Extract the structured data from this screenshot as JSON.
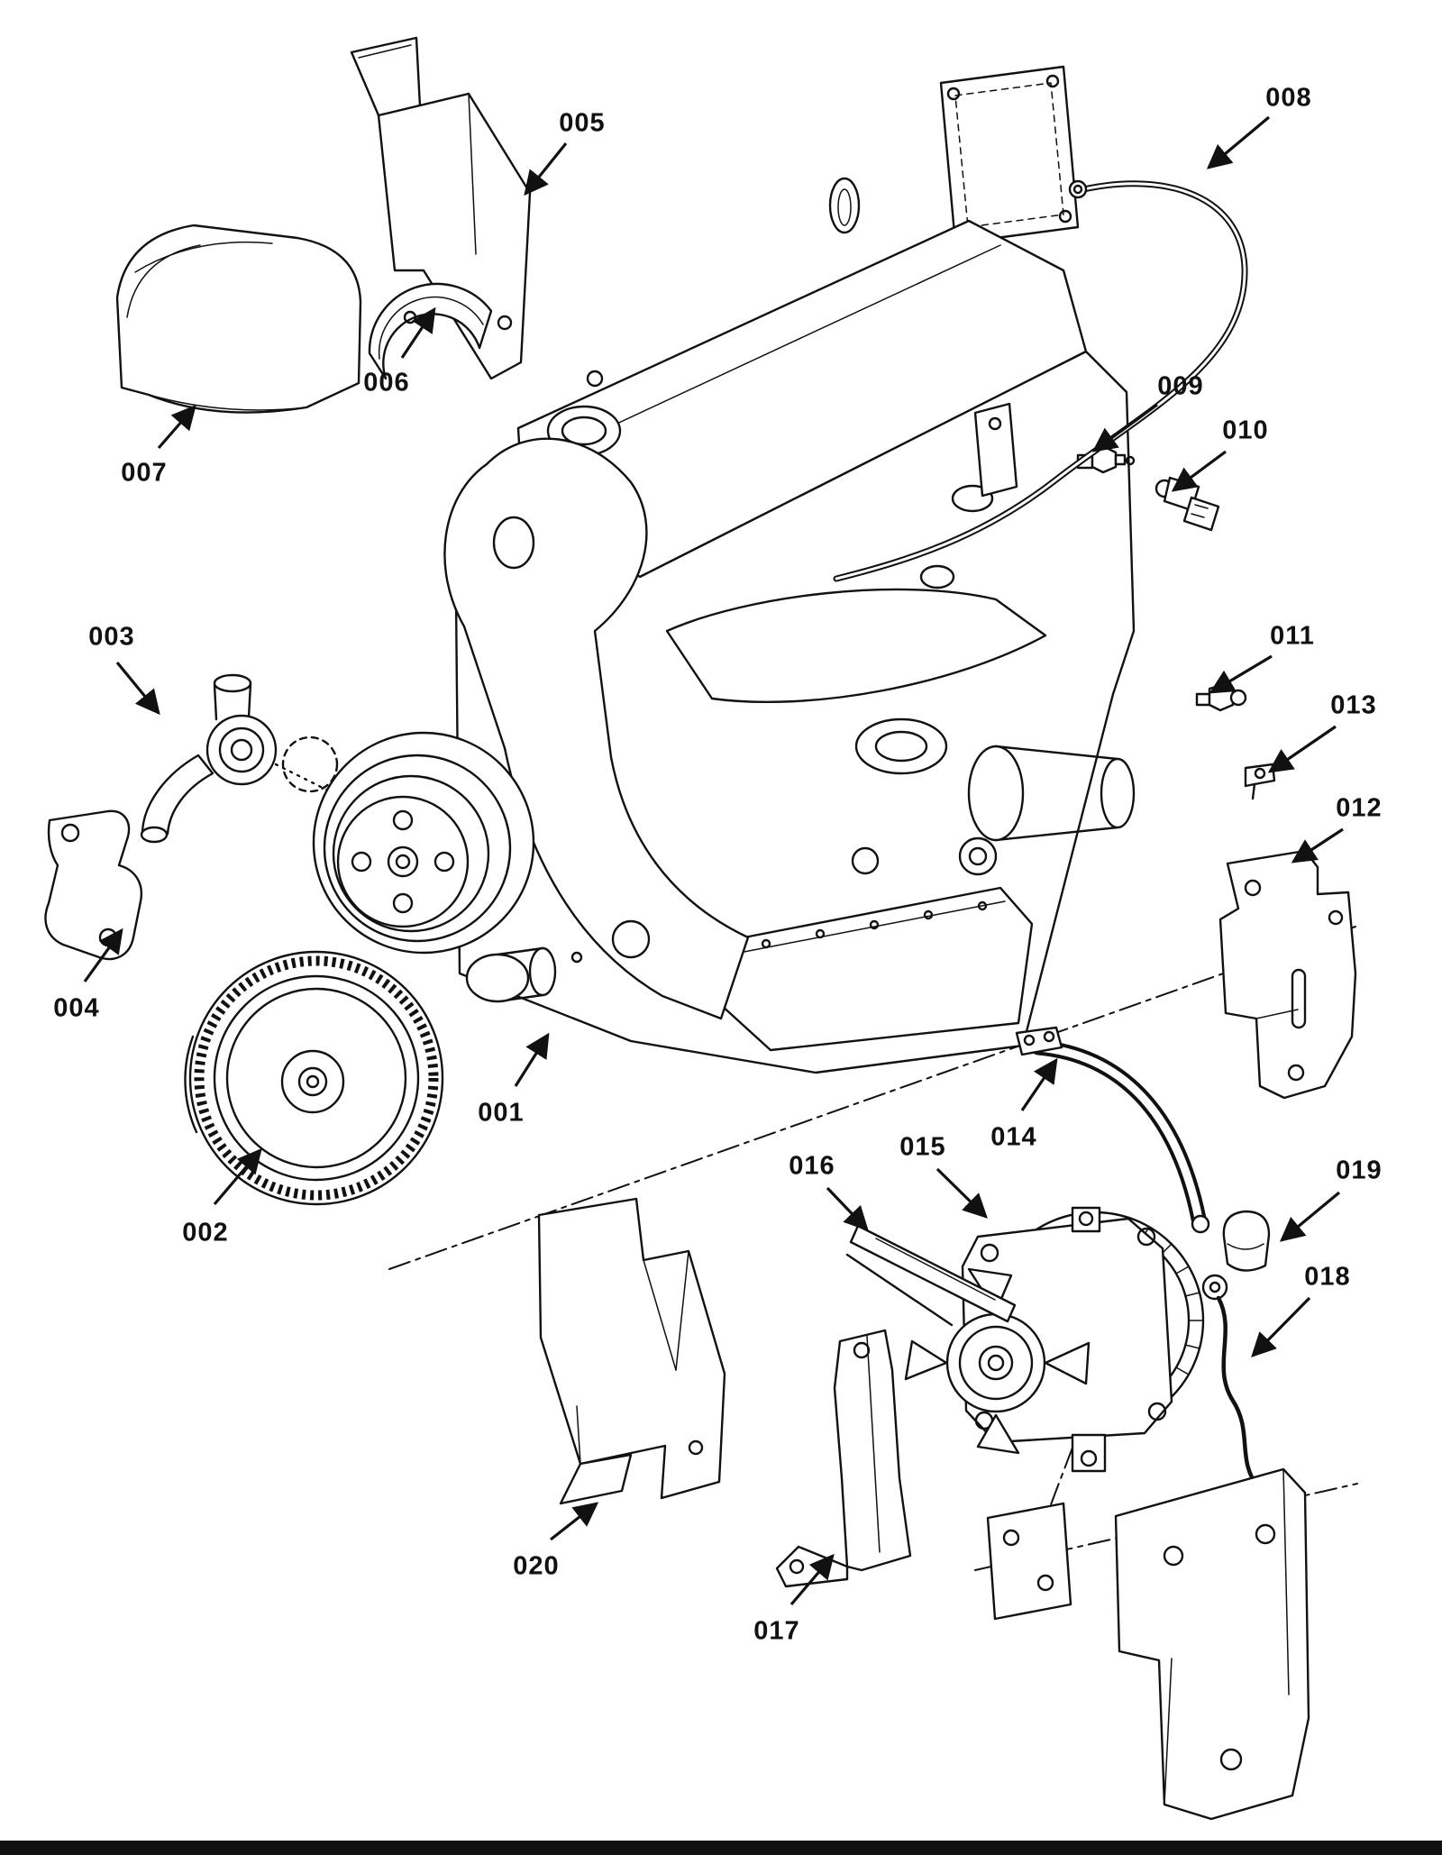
{
  "colors": {
    "ink": "#111111",
    "paper": "#ffffff",
    "footer_bar": "#111111"
  },
  "diagram": {
    "callouts": [
      {
        "id": "001",
        "label": "001"
      },
      {
        "id": "002",
        "label": "002"
      },
      {
        "id": "003",
        "label": "003"
      },
      {
        "id": "004",
        "label": "004"
      },
      {
        "id": "005",
        "label": "005"
      },
      {
        "id": "006",
        "label": "006"
      },
      {
        "id": "007",
        "label": "007"
      },
      {
        "id": "008",
        "label": "008"
      },
      {
        "id": "009",
        "label": "009"
      },
      {
        "id": "010",
        "label": "010"
      },
      {
        "id": "011",
        "label": "011"
      },
      {
        "id": "012",
        "label": "012"
      },
      {
        "id": "013",
        "label": "013"
      },
      {
        "id": "014",
        "label": "014"
      },
      {
        "id": "015",
        "label": "015"
      },
      {
        "id": "016",
        "label": "016"
      },
      {
        "id": "017",
        "label": "017"
      },
      {
        "id": "018",
        "label": "018"
      },
      {
        "id": "019",
        "label": "019"
      },
      {
        "id": "020",
        "label": "020"
      }
    ]
  }
}
